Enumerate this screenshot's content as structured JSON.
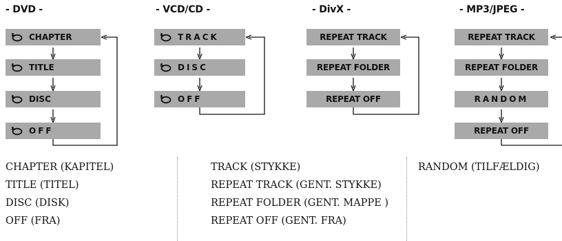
{
  "headings": {
    "dvd": "- DVD -",
    "vcd": "- VCD/CD -",
    "divx": "- DivX -",
    "mp3": "- MP3/JPEG -"
  },
  "dvd": {
    "items": [
      "CHAPTER",
      "TITLE",
      "DISC",
      "OFF"
    ]
  },
  "vcd": {
    "items": [
      "TRACK",
      "DISC",
      "OFF"
    ]
  },
  "divx": {
    "items": [
      "REPEAT TRACK",
      "REPEAT FOLDER",
      "REPEAT OFF"
    ]
  },
  "mp3": {
    "items": [
      "REPEAT TRACK",
      "REPEAT FOLDER",
      "RANDOM",
      "REPEAT OFF"
    ]
  },
  "glossary": {
    "col1": [
      "CHAPTER (KAPITEL)",
      "TITLE (TITEL)",
      "DISC (DISK)",
      "OFF (FRA)"
    ],
    "col2": [
      "TRACK (STYKKE)",
      "REPEAT TRACK (GENT. STYKKE)",
      "REPEAT FOLDER (GENT. MAPPE )",
      "REPEAT OFF (GENT. FRA)"
    ],
    "col3": [
      "RANDOM (TILFÆLDIG)"
    ]
  },
  "icons": {
    "repeat": "repeat-icon",
    "arrow": "arrow-down-icon"
  }
}
